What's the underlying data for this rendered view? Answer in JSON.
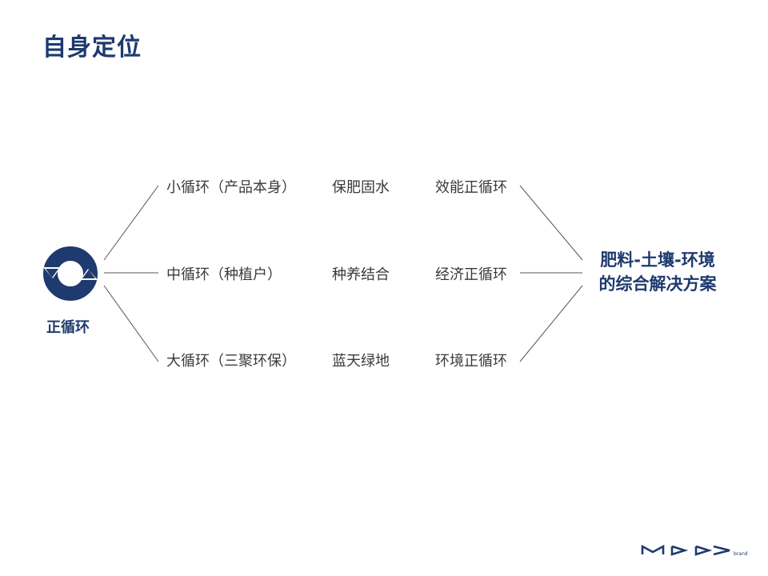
{
  "slide": {
    "title": "自身定位"
  },
  "cycle": {
    "label": "正循环",
    "icon": "circular-arrows-icon",
    "color": "#1e3a6e"
  },
  "rows": [
    {
      "loop": "小循环（产品本身）",
      "approach": "保肥固水",
      "effect": "效能正循环"
    },
    {
      "loop": "中循环（种植户）",
      "approach": "种养结合",
      "effect": "经济正循环"
    },
    {
      "loop": "大循环（三聚环保）",
      "approach": "蓝天绿地",
      "effect": "环境正循环"
    }
  ],
  "result": {
    "line1": "肥料-土壤-环境",
    "line2": "的综合解决方案"
  },
  "brand": {
    "logo": "mdy-logo",
    "tag": "brand"
  }
}
